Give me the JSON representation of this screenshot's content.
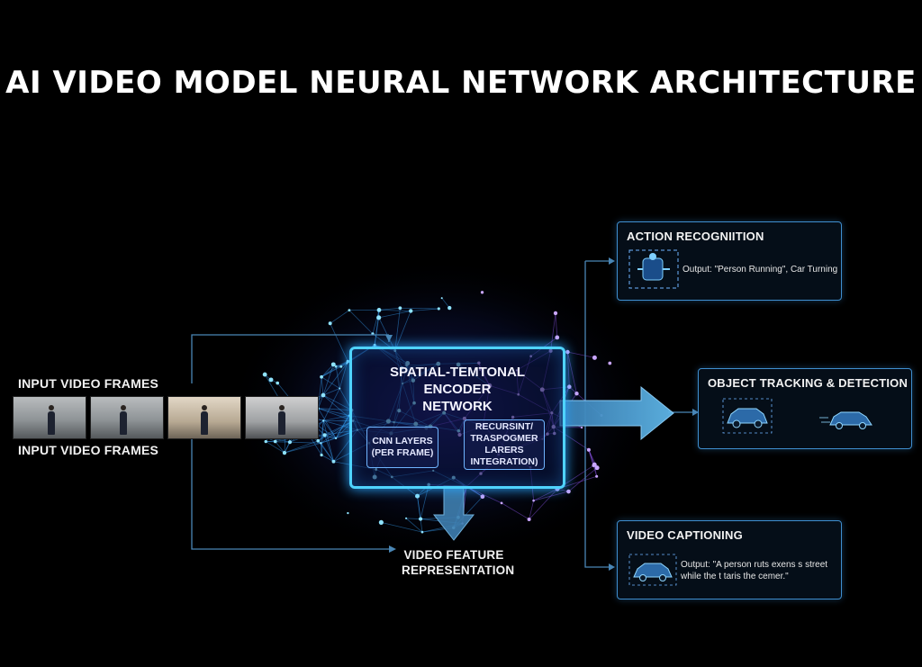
{
  "title": "AI VIDEO MODEL NEURAL NETWORK ARCHITECTURE",
  "input": {
    "label_top": "INPUT VIDEO FRAMES",
    "label_bottom": "INPUT VIDEO FRAMES",
    "frame_count": 4
  },
  "encoder": {
    "title": "SPATIAL-TEMTONAL ENCODER NETWORK",
    "title_lines": [
      "SPATIAL-TEMTONAL",
      "ENCODER",
      "NETWORK"
    ],
    "cnn_lines": [
      "CNN LAYERS",
      "(PER FRAME)"
    ],
    "transformer_lines": [
      "RECURSINT/",
      "TRASPOGMER",
      "LARERS",
      "INTEGRATION)"
    ]
  },
  "feature": {
    "lines": [
      "VIDEO FEATURE",
      "REPRESENTATION"
    ]
  },
  "outputs": {
    "action": {
      "title": "ACTION RECOGNIITION",
      "output": "Output: \"Person Running\", Car Turning",
      "icon": "running-person-icon"
    },
    "tracking": {
      "title": "OBJECT TRACKING & DETECTION",
      "icons": [
        "car-icon",
        "car-icon"
      ]
    },
    "captioning": {
      "title": "VIDEO CAPTIONING",
      "output_lines": [
        "Output: \"A person ruts exens s street",
        "while the t taris the cemer.\""
      ],
      "icon": "car-icon"
    }
  },
  "colors": {
    "background": "#000000",
    "accent_blue": "#4fd3ff",
    "accent_purple": "#9a5cff",
    "arrow": "#5aa7d8",
    "panel_border": "#3f8fd0"
  }
}
